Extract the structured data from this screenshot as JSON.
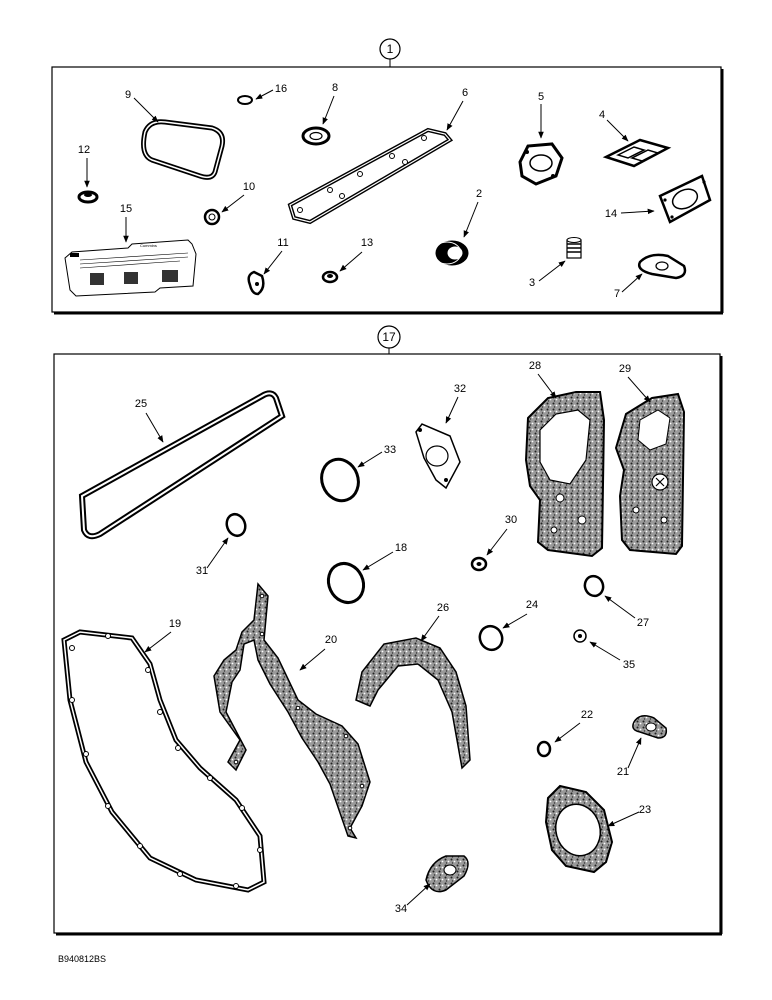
{
  "kit_labels": {
    "upper": "1",
    "lower": "17"
  },
  "figure_code": "B940812BS",
  "parts": {
    "p2": "2",
    "p3": "3",
    "p4": "4",
    "p5": "5",
    "p6": "6",
    "p7": "7",
    "p8": "8",
    "p9": "9",
    "p10": "10",
    "p11": "11",
    "p12": "12",
    "p13": "13",
    "p14": "14",
    "p15": "15",
    "p16": "16",
    "p18": "18",
    "p19": "19",
    "p20": "20",
    "p21": "21",
    "p22": "22",
    "p23": "23",
    "p24": "24",
    "p25": "25",
    "p26": "26",
    "p27": "27",
    "p28": "28",
    "p29": "29",
    "p30": "30",
    "p31": "31",
    "p32": "32",
    "p33": "33",
    "p34": "34",
    "p35": "35"
  },
  "colors": {
    "ink": "#000000",
    "paper": "#ffffff",
    "shade": "#555555"
  }
}
